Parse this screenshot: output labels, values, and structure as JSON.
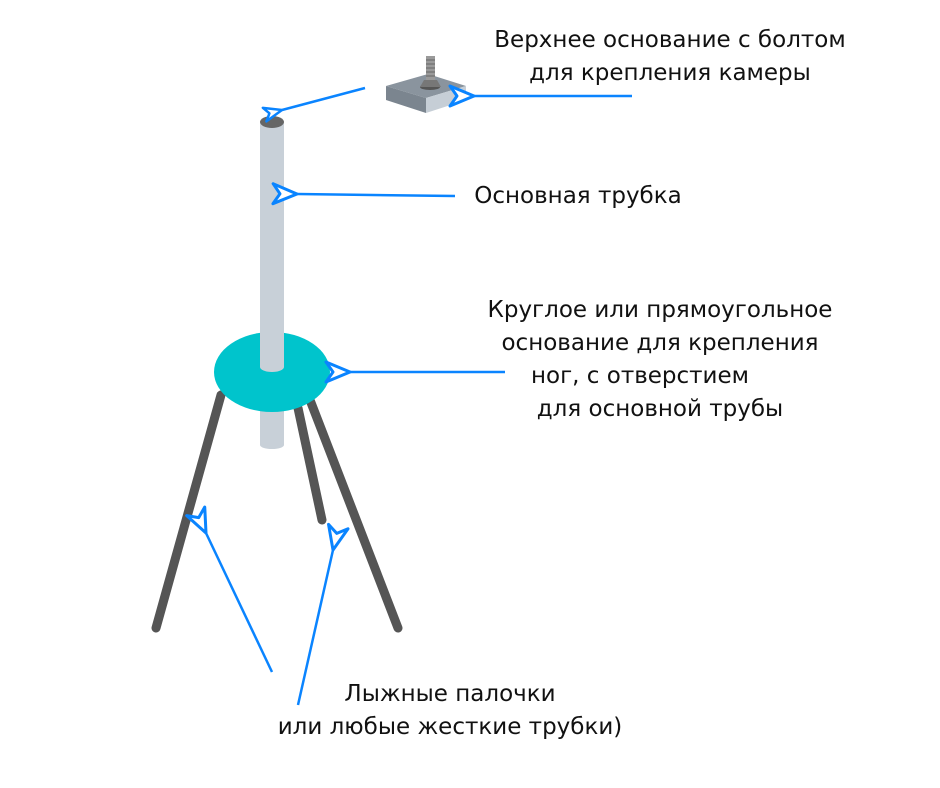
{
  "colors": {
    "arrow": "#0a84ff",
    "disc": "#00c4cc",
    "tube": "#c8d0d8",
    "legs": "#555555"
  },
  "labels": {
    "top_plate": [
      "Верхнее основание  с болтом",
      "для крепления камеры"
    ],
    "main_tube": [
      "Основная трубка"
    ],
    "base": [
      "Круглое или прямоугольное",
      "основание для крепления",
      "ног, с отверстием",
      "для основной трубы"
    ],
    "legs": [
      "Лыжные палочки",
      "или любые жесткие трубки)"
    ]
  }
}
